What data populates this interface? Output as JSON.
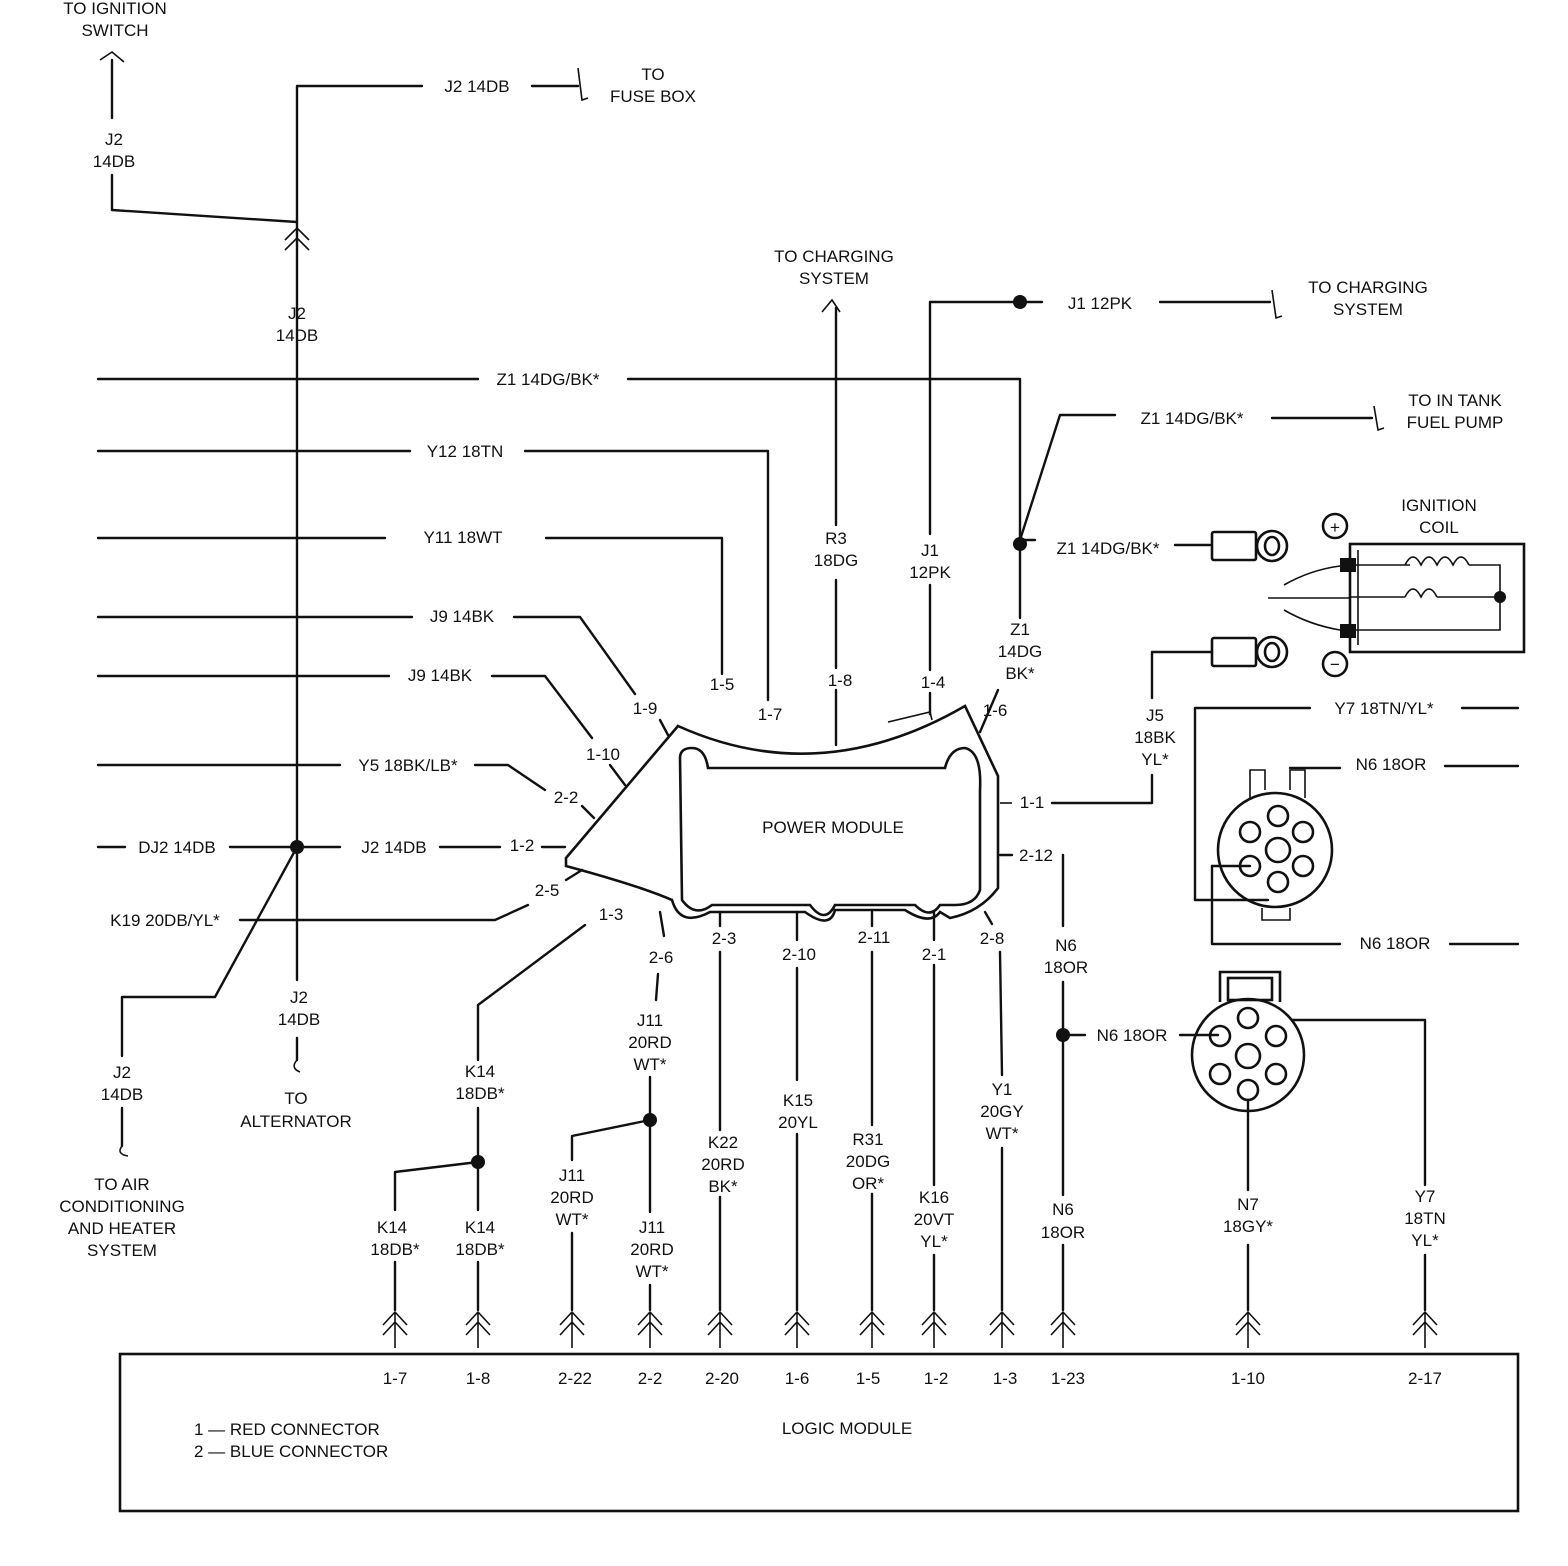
{
  "diagram": {
    "offpage": {
      "ignition_switch": [
        "TO IGNITION",
        "SWITCH"
      ],
      "fuse_box": [
        "TO",
        "FUSE BOX"
      ],
      "charging_top": [
        "TO CHARGING",
        "SYSTEM"
      ],
      "charging_right": [
        "TO CHARGING",
        "SYSTEM"
      ],
      "fuel_pump": [
        "TO IN TANK",
        "FUEL PUMP"
      ],
      "alternator": [
        "TO",
        "ALTERNATOR"
      ],
      "air_cond": [
        "TO AIR",
        "CONDITIONING",
        "AND HEATER",
        "SYSTEM"
      ]
    },
    "components": {
      "power_module": "POWER MODULE",
      "logic_module": "LOGIC MODULE",
      "ignition_coil": [
        "IGNITION",
        "COIL"
      ],
      "coil_plus": "+",
      "coil_minus": "−"
    },
    "legend": [
      "1 — RED CONNECTOR",
      "2 — BLUE CONNECTOR"
    ],
    "wires": {
      "j2_fuse": "J2 14DB",
      "j2_left": [
        "J2",
        "14DB"
      ],
      "j2_mid": [
        "J2",
        "14DB"
      ],
      "j2_alt": [
        "J2",
        "14DB"
      ],
      "j2_ac": [
        "J2",
        "14DB"
      ],
      "z1_top": "Z1 14DG/BK*",
      "y12": "Y12 18TN",
      "y11": "Y11 18WT",
      "j9_a": "J9 14BK",
      "j9_b": "J9 14BK",
      "y5": "Y5 18BK/LB*",
      "dj2": "DJ2 14DB",
      "j2_pm": "J2 14DB",
      "k19": "K19 20DB/YL*",
      "j1_top": "J1 12PK",
      "z1_pump": "Z1 14DG/BK*",
      "z1_coil": "Z1 14DG/BK*",
      "r3": [
        "R3",
        "18DG"
      ],
      "j1": [
        "J1",
        "12PK"
      ],
      "z1_16": [
        "Z1",
        "14DG",
        "BK*"
      ],
      "j5": [
        "J5",
        "18BK",
        "YL*"
      ],
      "y7_top": "Y7 18TN/YL*",
      "n6_top": "N6 18OR",
      "n6_bot": "N6 18OR",
      "n6_mid": "N6 18OR",
      "n6_212": [
        "N6",
        "18OR"
      ],
      "n6_low": [
        "N6",
        "18OR"
      ],
      "k14_top": [
        "K14",
        "18DB*"
      ],
      "k14_l": [
        "K14",
        "18DB*"
      ],
      "k14_r": [
        "K14",
        "18DB*"
      ],
      "j11_top": [
        "J11",
        "20RD",
        "WT*"
      ],
      "j11_l": [
        "J11",
        "20RD",
        "WT*"
      ],
      "j11_r": [
        "J11",
        "20RD",
        "WT*"
      ],
      "k22": [
        "K22",
        "20RD",
        "BK*"
      ],
      "k15": [
        "K15",
        "20YL"
      ],
      "r31": [
        "R31",
        "20DG",
        "OR*"
      ],
      "k16": [
        "K16",
        "20VT",
        "YL*"
      ],
      "y1": [
        "Y1",
        "20GY",
        "WT*"
      ],
      "n7": [
        "N7",
        "18GY*"
      ],
      "y7_bot": [
        "Y7",
        "18TN",
        "YL*"
      ]
    },
    "pm_pins": [
      "1-5",
      "1-7",
      "1-8",
      "1-4",
      "1-6",
      "1-9",
      "1-10",
      "2-2",
      "1-2",
      "2-5",
      "1-3",
      "2-6",
      "2-3",
      "2-10",
      "2-11",
      "2-1",
      "2-8",
      "1-1",
      "2-12"
    ],
    "lm_pins": [
      "1-7",
      "1-8",
      "2-22",
      "2-2",
      "2-20",
      "1-6",
      "1-5",
      "1-2",
      "1-3",
      "1-23",
      "1-10",
      "2-17"
    ]
  }
}
